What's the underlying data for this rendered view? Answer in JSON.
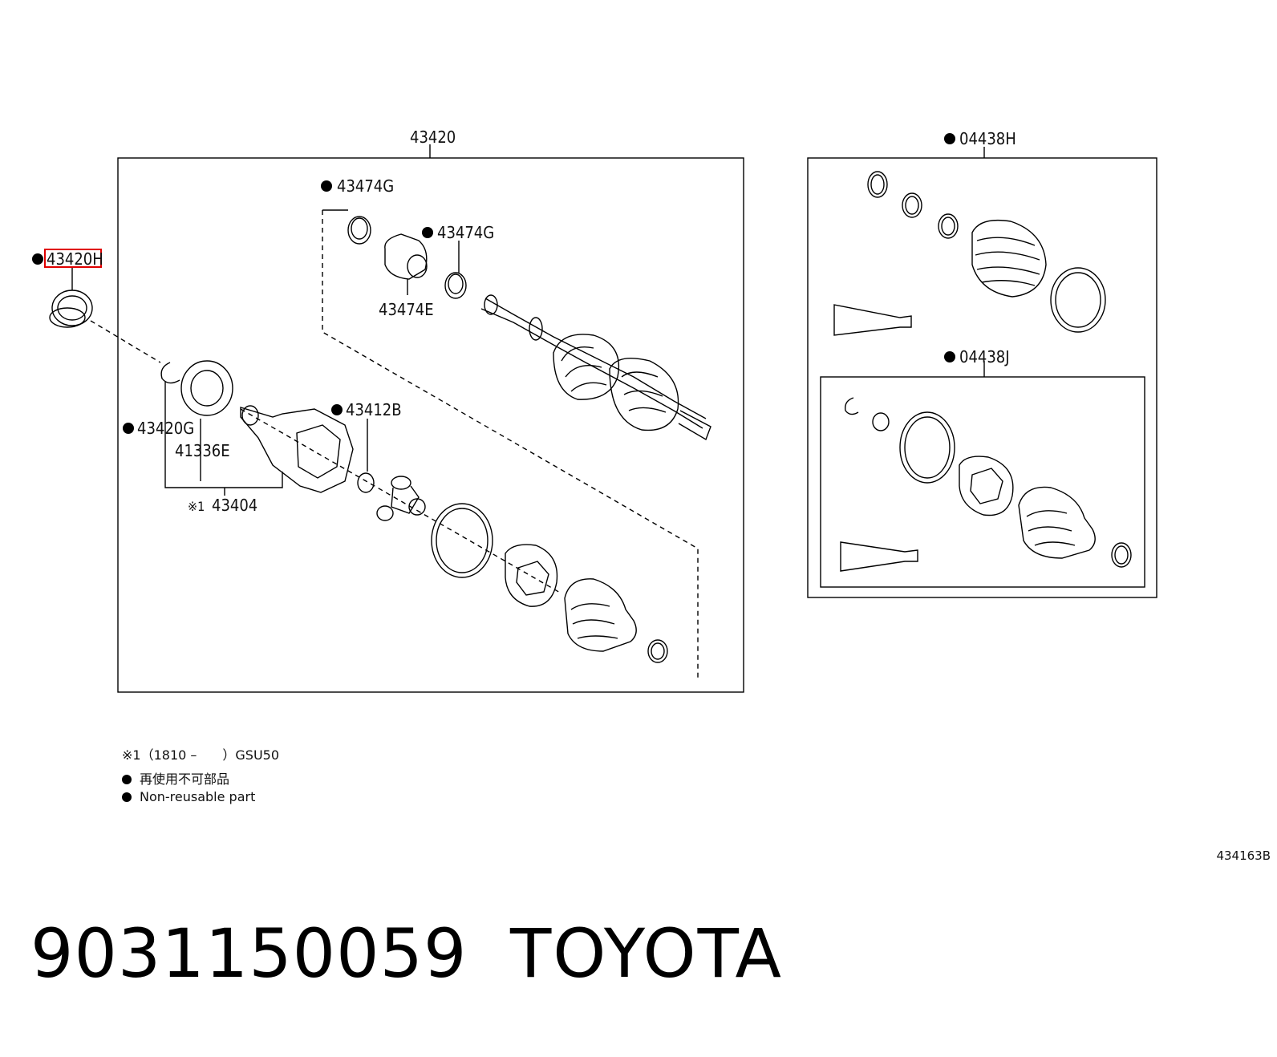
{
  "labels": {
    "assembly": "43420",
    "kit_outer": "04438H",
    "kit_inner": "04438J",
    "seal": "43420H",
    "clamp_a": "43474G",
    "clamp_b": "43474G",
    "damper": "43474E",
    "snap_ring": "43420G",
    "washer": "41336E",
    "housing_set": "43404",
    "housing_note_mark": "※1",
    "snap_ring_b": "43412B"
  },
  "legend": {
    "note": "※1（1810 –　　）GSU50",
    "jp": "再使用不可部品",
    "en": "Non-reusable part"
  },
  "figure_id": "434163B",
  "footer": {
    "part_number": "9031150059",
    "brand": "TOYOTA"
  },
  "colors": {
    "highlight": "#e00000",
    "line": "#000000"
  }
}
